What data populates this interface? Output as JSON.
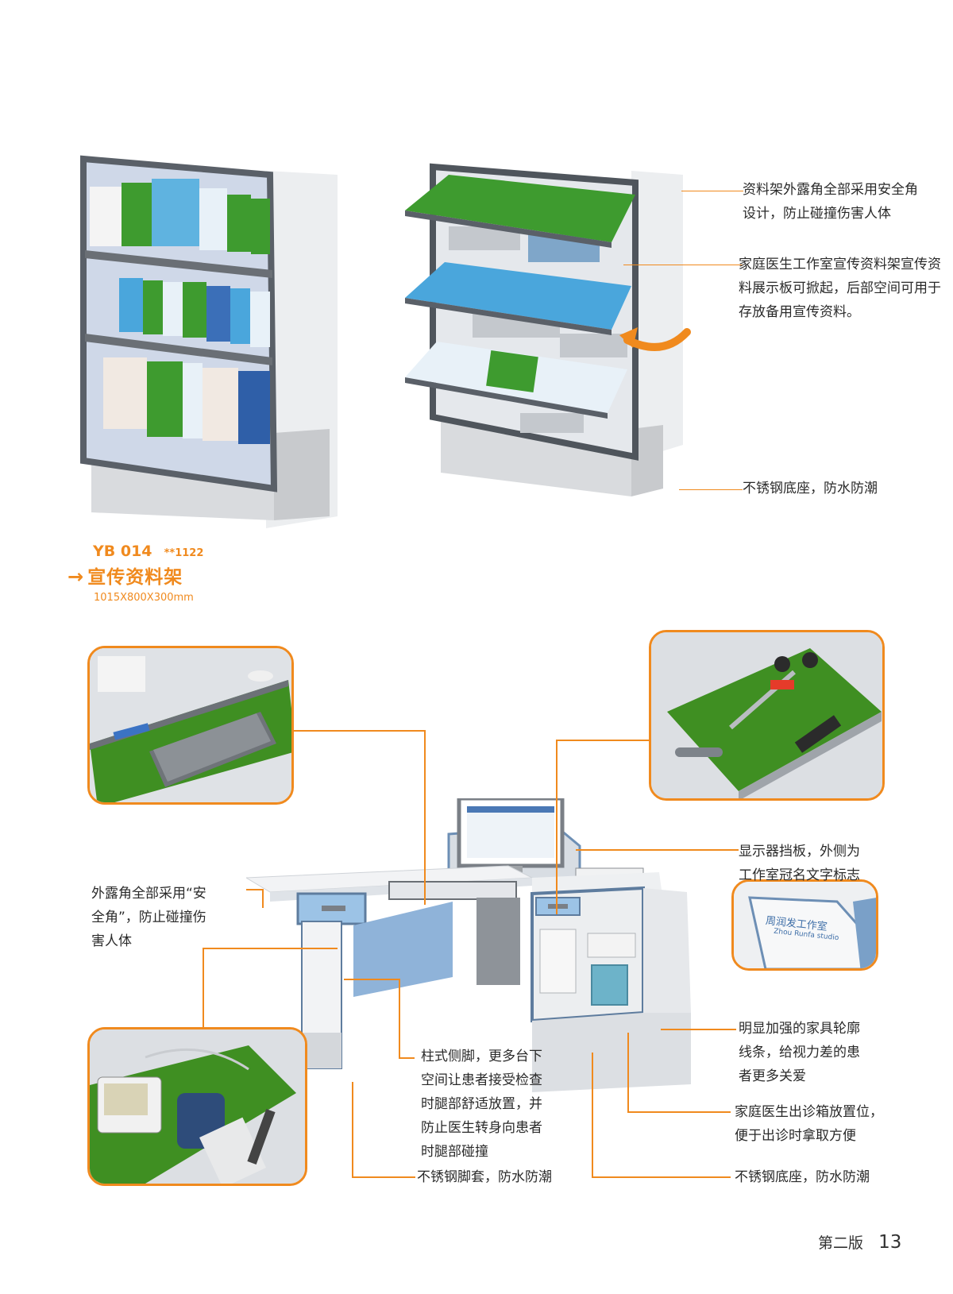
{
  "product": {
    "code": "YB 014",
    "sub_code": "**1122",
    "arrow": "→",
    "name": "宣传资料架",
    "size": "1015X800X300mm"
  },
  "rack_callouts": {
    "corner": [
      "资料架外露角全部采用安全角",
      "设计，防止碰撞伤害人体"
    ],
    "board": [
      "家庭医生工作室宣传资料架宣传资",
      "料展示板可掀起，后部空间可用于",
      "存放备用宣传资料。"
    ],
    "base": "不锈钢底座，防水防潮"
  },
  "desk_callouts": {
    "left_corner": [
      "外露角全部采用“安",
      "全角”，防止碰撞伤",
      "害人体"
    ],
    "legs": [
      "柱式侧脚，更多台下",
      "空间让患者接受检查",
      "时腿部舒适放置，并",
      "防止医生转身向患者",
      "时腿部碰撞"
    ],
    "foot_cover": "不锈钢脚套，防水防潮",
    "monitor": [
      "显示器挡板，外侧为",
      "工作室冠名文字标志"
    ],
    "contour": [
      "明显加强的家具轮廓",
      "线条，给视力差的患",
      "者更多关爱"
    ],
    "kit": [
      "家庭医生出诊箱放置位，",
      "便于出诊时拿取方便"
    ],
    "base": "不锈钢底座，防水防潮"
  },
  "studio_sign": {
    "cn": "周润发工作室",
    "en": "Zhou Runfa studio"
  },
  "footer": {
    "edition": "第二版",
    "page": "13"
  },
  "colors": {
    "accent": "#f08a1e",
    "cabinet": "#e4e6ea",
    "frame": "#5a6068",
    "tray_green": "#3b8a1d",
    "desk_blue": "#9cc3e6"
  }
}
